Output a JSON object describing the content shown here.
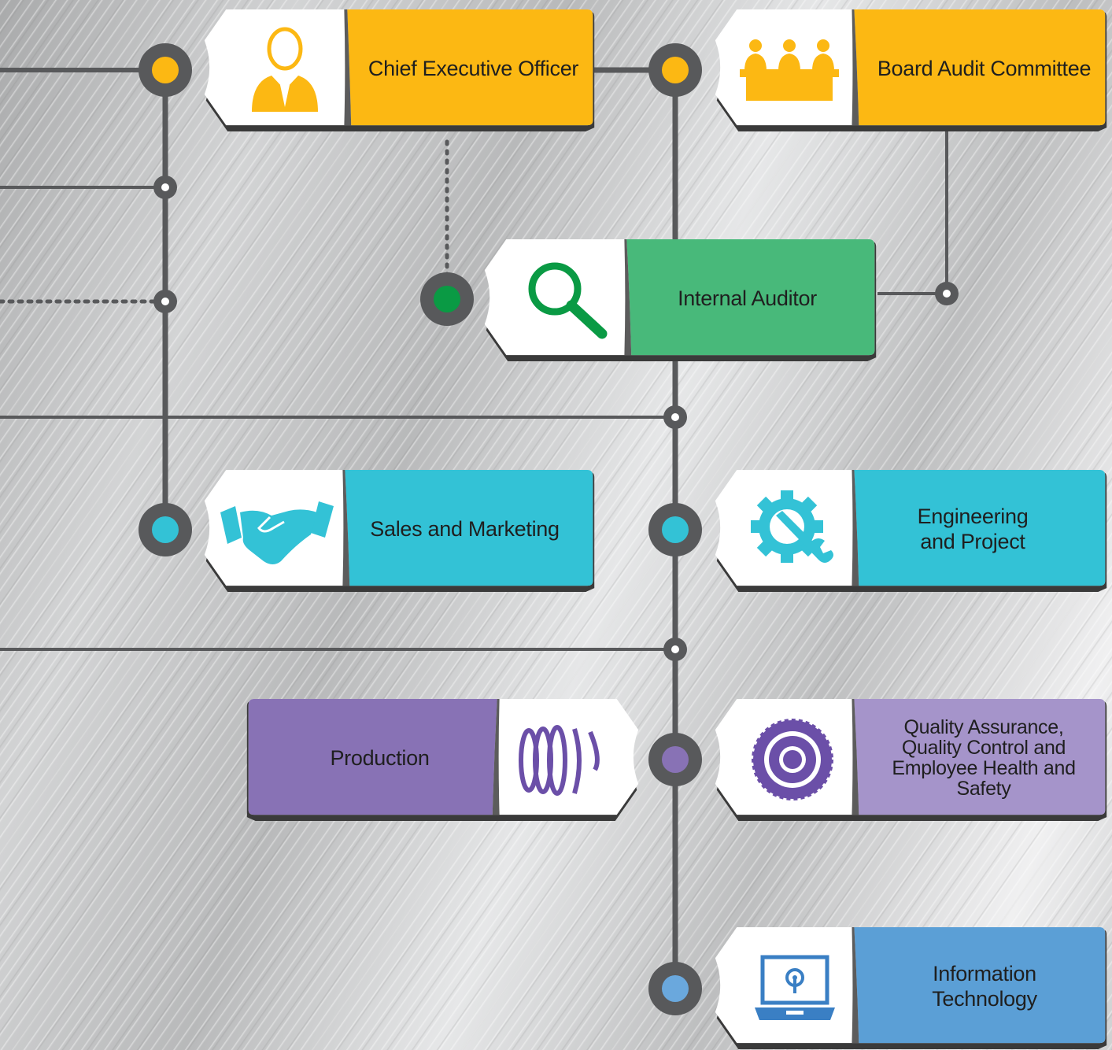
{
  "colors": {
    "connector": "#58595b",
    "ceo": "#fcb813",
    "audit_committee": "#fcb813",
    "internal_auditor": "#48b97a",
    "sales": "#33c2d6",
    "engineering": "#33c2d6",
    "production": "#8872b5",
    "quality": "#a594ca",
    "it": "#5b9fd6"
  },
  "nodes": {
    "ceo": {
      "label": "Chief Executive Officer",
      "icon": "businessman-icon"
    },
    "audit_committee": {
      "label": "Board Audit Committee",
      "icon": "committee-meeting-icon"
    },
    "internal_auditor": {
      "label": "Internal Auditor",
      "icon": "magnifier-icon"
    },
    "sales": {
      "label": "Sales and Marketing",
      "icon": "handshake-icon"
    },
    "engineering": {
      "label": "Engineering\nand Project",
      "icon": "gear-wrench-icon"
    },
    "production": {
      "label": "Production",
      "icon": "coil-icon"
    },
    "quality": {
      "label": "Quality Assurance,\nQuality Control and\nEmployee Health and\nSafety",
      "icon": "cog-icon"
    },
    "it": {
      "label": "Information\nTechnology",
      "icon": "laptop-icon"
    }
  }
}
